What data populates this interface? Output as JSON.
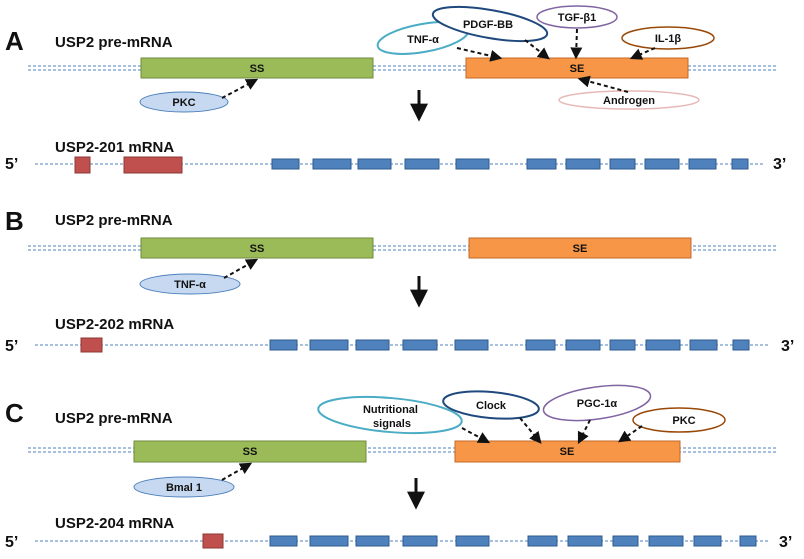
{
  "panels": [
    {
      "letter": "A",
      "pre_label": "USP2 pre-mRNA",
      "ss_label": "SS",
      "se_label": "SE",
      "ss_regulators": [
        "PKC"
      ],
      "se_regulators": [
        "TNF-α",
        "PDGF-BB",
        "TGF-β1",
        "IL-1β",
        "Androgen"
      ],
      "mrna_label": "USP2-201 mRNA",
      "five_prime": "5’",
      "three_prime": "3’"
    },
    {
      "letter": "B",
      "pre_label": "USP2 pre-mRNA",
      "ss_label": "SS",
      "se_label": "SE",
      "ss_regulators": [
        "TNF-α"
      ],
      "se_regulators": [],
      "mrna_label": "USP2-202 mRNA",
      "five_prime": "5’",
      "three_prime": "3’"
    },
    {
      "letter": "C",
      "pre_label": "USP2 pre-mRNA",
      "ss_label": "SS",
      "se_label": "SE",
      "ss_regulators": [
        "Bmal 1"
      ],
      "se_regulators": [
        "Nutritional signals",
        "Clock",
        "PGC-1α",
        "PKC"
      ],
      "mrna_label": "USP2-204 mRNA",
      "five_prime": "5’",
      "three_prime": "3’"
    }
  ],
  "colors": {
    "ss_box": "#9bbb59",
    "se_box": "#f79646",
    "exon_red": "#c0504d",
    "exon_blue": "#4f81bd",
    "strand": "#4f81bd",
    "regulator_fill": "#c6d9f1"
  }
}
